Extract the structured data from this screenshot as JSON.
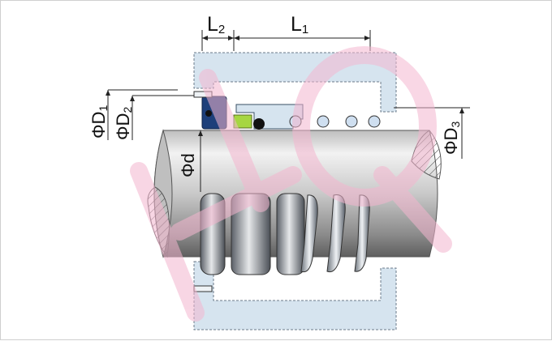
{
  "labels": {
    "l2": {
      "main": "L",
      "sub": "2"
    },
    "l1": {
      "main": "L",
      "sub": "1"
    },
    "d1": {
      "main": "ΦD",
      "sub": "1"
    },
    "d2": {
      "main": "ΦD",
      "sub": "2"
    },
    "d3": {
      "main": "ΦD",
      "sub": "3"
    },
    "d": {
      "main": "Φd"
    }
  },
  "watermark": {
    "text": "HQ",
    "color": "#f4b6cf"
  },
  "colors": {
    "housing_fill": "#d6e4ef",
    "housing_edge": "#6b7a88",
    "seal_blue": "#1d3f7a",
    "seal_green": "#a6d641",
    "shaft_light": "#eeeeee",
    "shaft_dark": "#8a8a8a"
  }
}
